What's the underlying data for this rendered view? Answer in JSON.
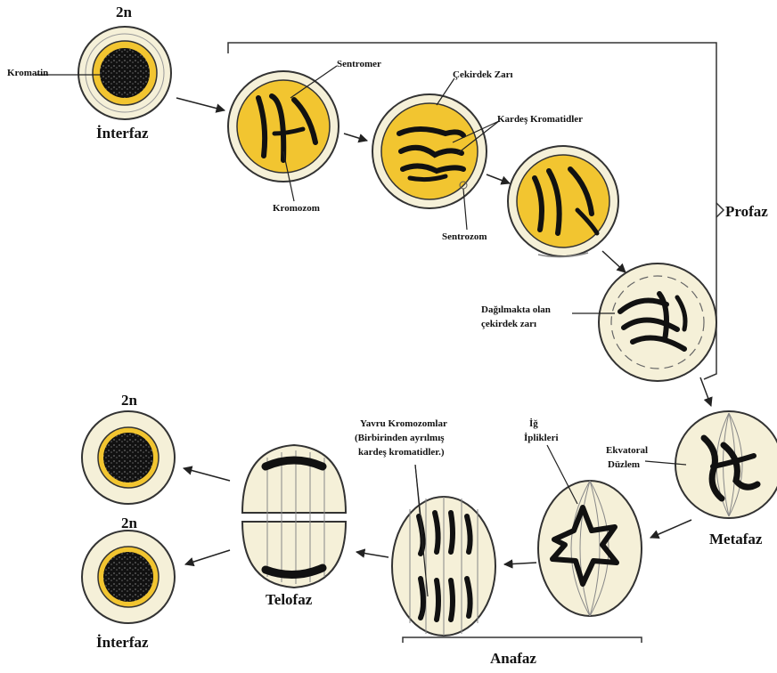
{
  "colors": {
    "cytoplasm": "#f5f0d8",
    "nucleus": "#f2c530",
    "chromatin": "#1a1a1a",
    "outline": "#333333"
  },
  "labels": {
    "top_ploidy": "2n",
    "kromatin": "Kromatin",
    "interfaz_top": "İnterfaz",
    "sentromer": "Sentromer",
    "cekirdek_zari": "Çekirdek Zarı",
    "kardes_kromatidler": "Kardeş Kromatidler",
    "kromozom": "Kromozom",
    "sentrozom": "Sentrozom",
    "profaz": "Profaz",
    "dagilmakta_1": "Dağılmakta olan",
    "dagilmakta_2": "çekirdek zarı",
    "ekvatoral_1": "Ekvatoral",
    "ekvatoral_2": "Düzlem",
    "metafaz": "Metafaz",
    "ig_1": "İğ",
    "ig_2": "İplikleri",
    "yavru_1": "Yavru Kromozomlar",
    "yavru_2": "(Birbirinden ayrılmış",
    "yavru_3": "kardeş kromatidler.)",
    "anafaz": "Anafaz",
    "telofaz": "Telofaz",
    "ploidy_upper": "2n",
    "ploidy_lower": "2n",
    "interfaz_bottom": "İnterfaz"
  }
}
